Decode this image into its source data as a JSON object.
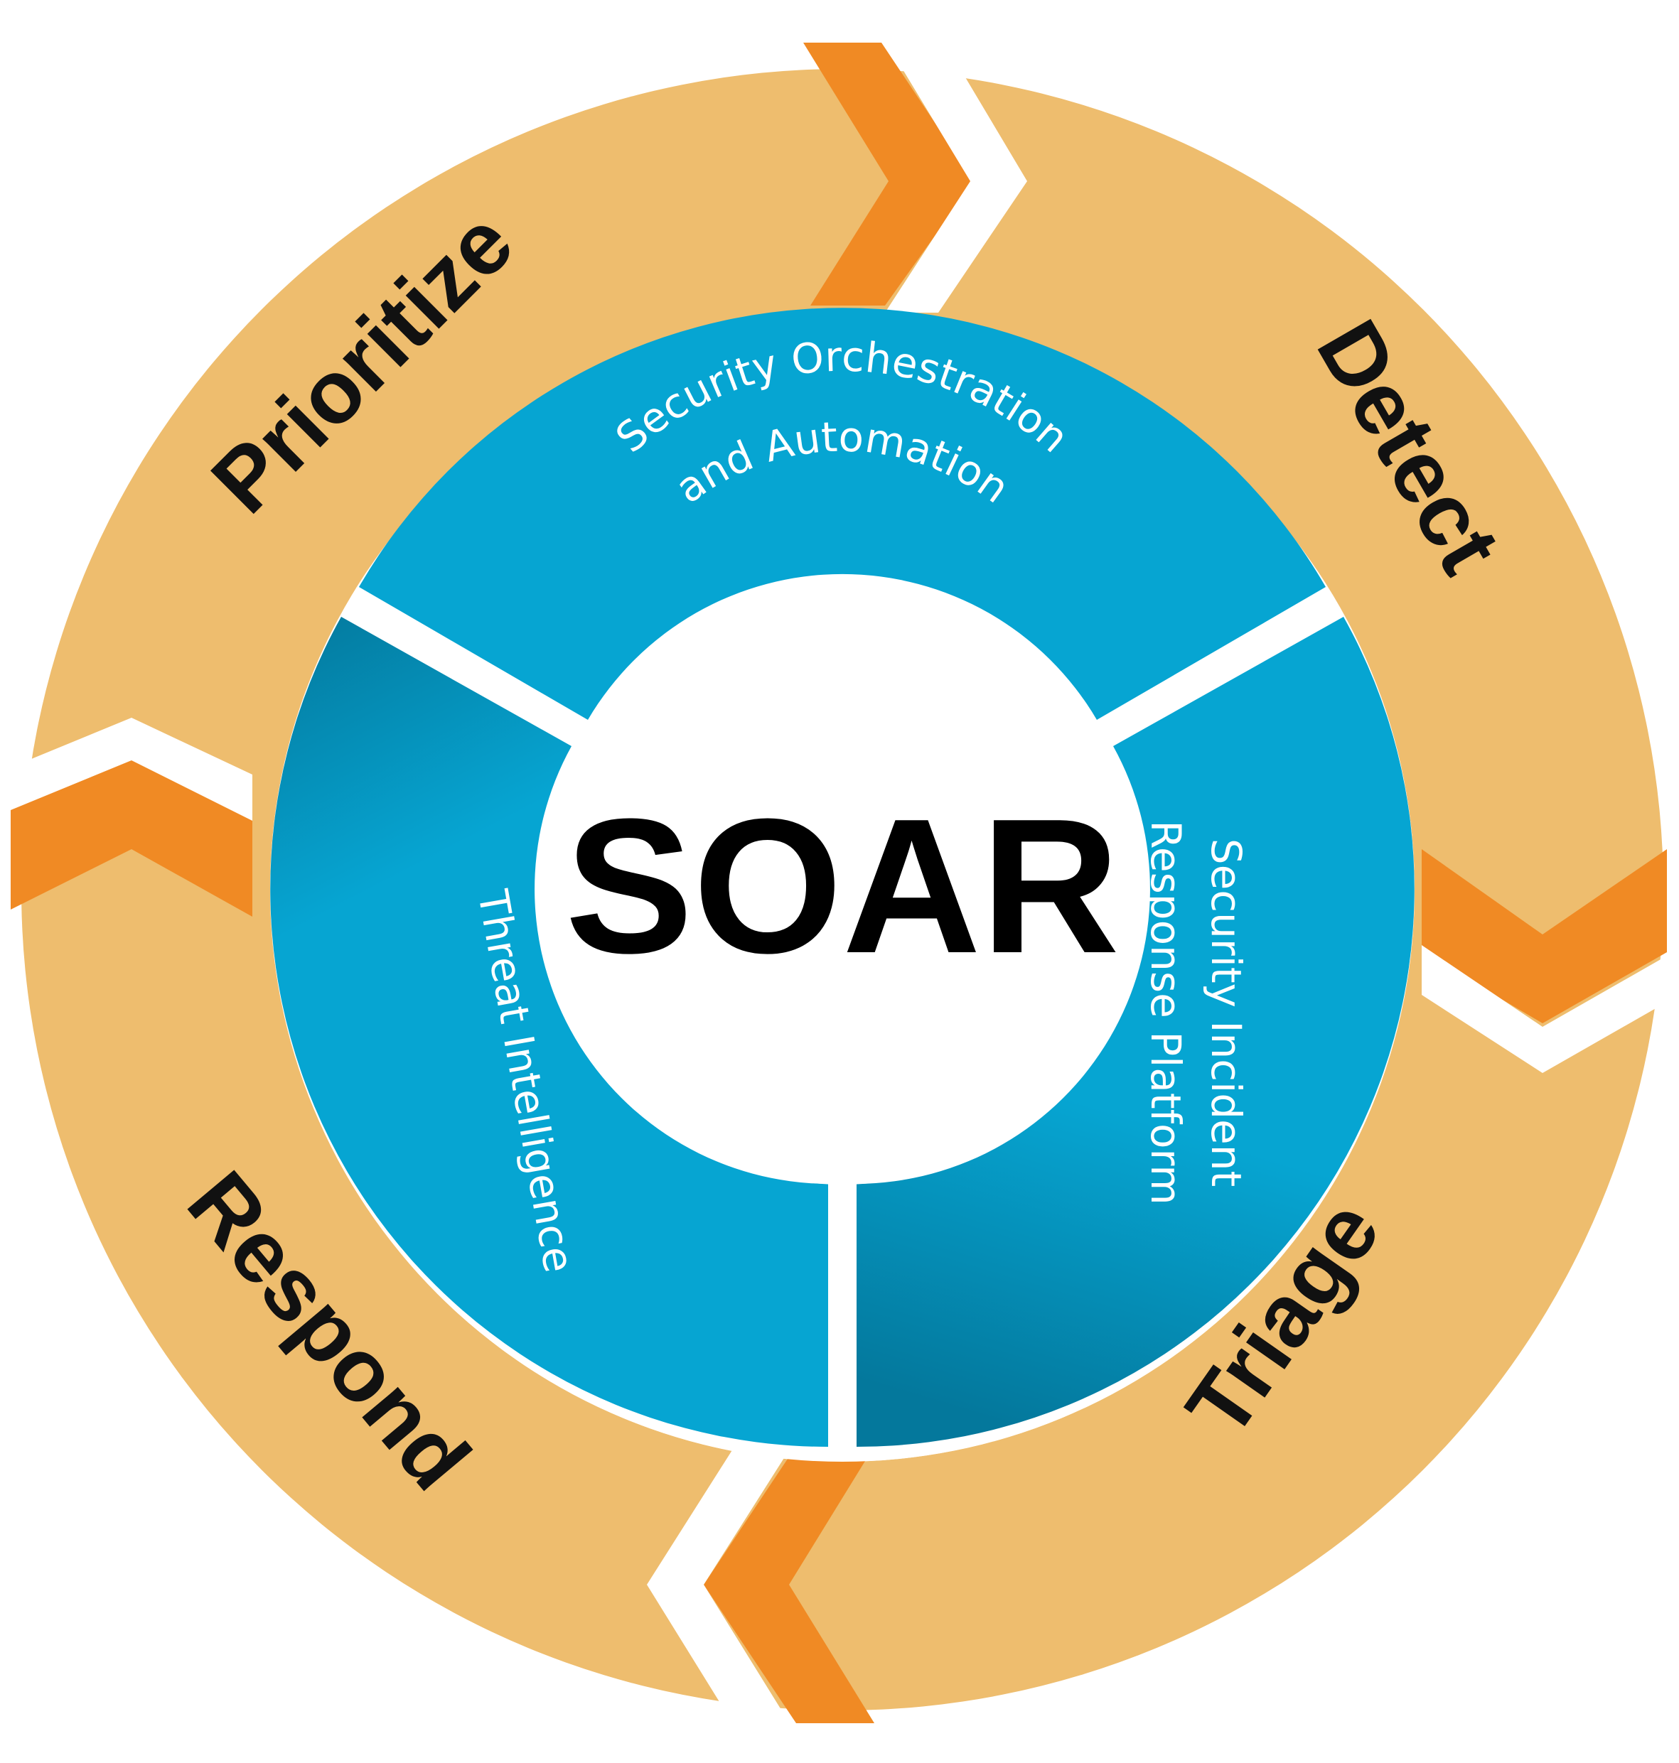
{
  "diagram": {
    "center_title": "SOAR",
    "stages": [
      {
        "id": "detect",
        "label": "Detect"
      },
      {
        "id": "triage",
        "label": "Triage"
      },
      {
        "id": "respond",
        "label": "Respond"
      },
      {
        "id": "prioritize",
        "label": "Prioritize"
      }
    ],
    "segments": [
      {
        "id": "orchestration",
        "line1": "Security Orchestration",
        "line2": "and Automation"
      },
      {
        "id": "incident",
        "line1": "Security Incident",
        "line2": "Response Platform"
      },
      {
        "id": "threat",
        "line1": "Threat Intelligence"
      }
    ]
  },
  "colors": {
    "outer_ring": "#EEBD6E",
    "chevron": "#F08A24",
    "inner_ring": "#06A5D2",
    "inner_ring_dark": "#04789C",
    "gap": "#FFFFFF",
    "stage_text": "#111111",
    "segment_text": "#FFFFFF",
    "center_text": "#000000"
  }
}
